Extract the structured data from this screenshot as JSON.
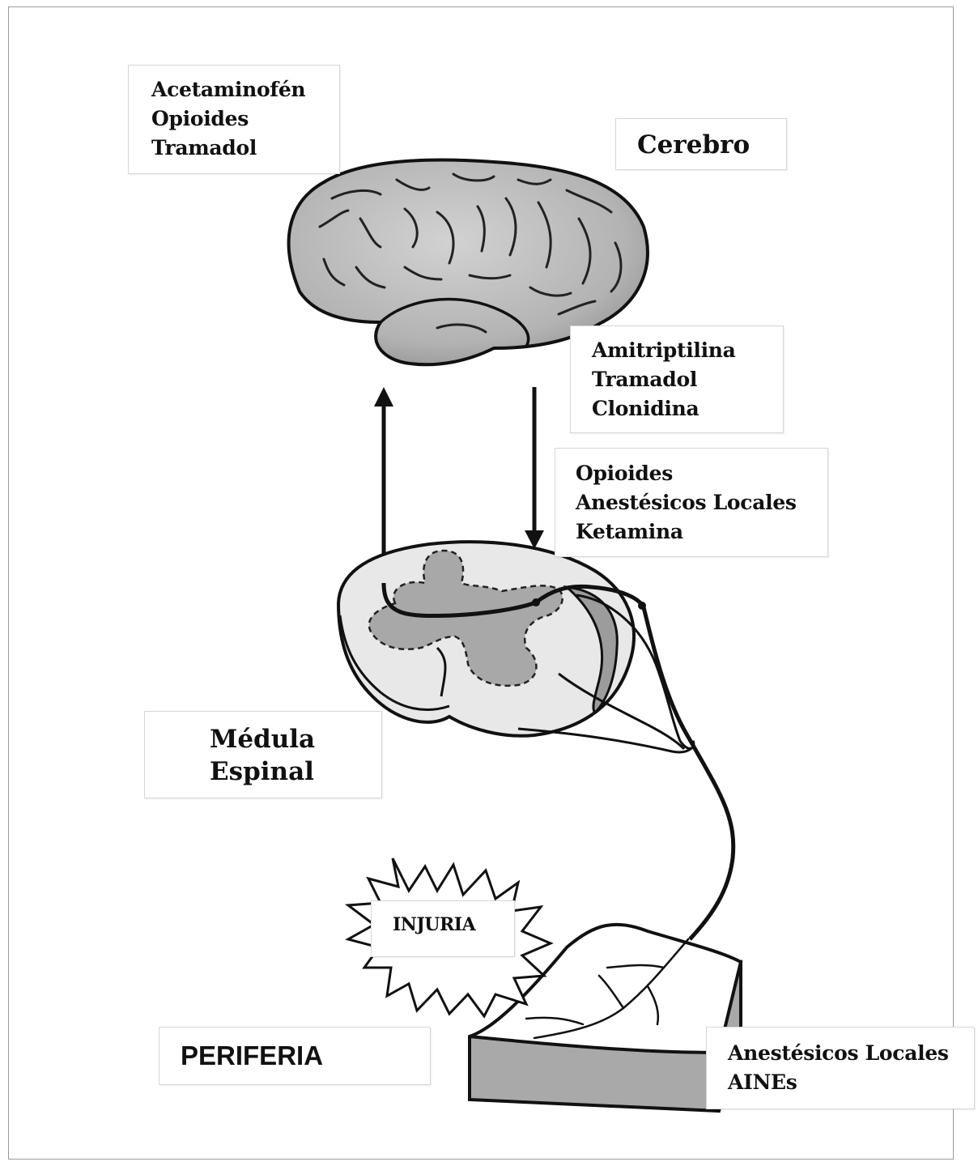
{
  "regions": {
    "brain": "Cerebro",
    "spinal_cord": [
      "Médula",
      "Espinal"
    ],
    "periphery": "PERIFERIA",
    "injury": "INJURIA"
  },
  "drug_boxes": {
    "brain": [
      "Acetaminofén",
      "Opioides",
      "Tramadol"
    ],
    "descending": [
      "Amitriptilina",
      "Tramadol",
      "Clonidina"
    ],
    "spinal": [
      "Opioides",
      "Anestésicos Locales",
      "Ketamina"
    ],
    "peripheral": [
      "Anestésicos Locales",
      "AINEs"
    ]
  },
  "colors": {
    "brain_fill": "#b8b8b8",
    "gray_matter": "#a8a8a8",
    "cord_fill": "#e8e8e8",
    "skin_side": "#a9a9a9",
    "line": "#111111"
  }
}
